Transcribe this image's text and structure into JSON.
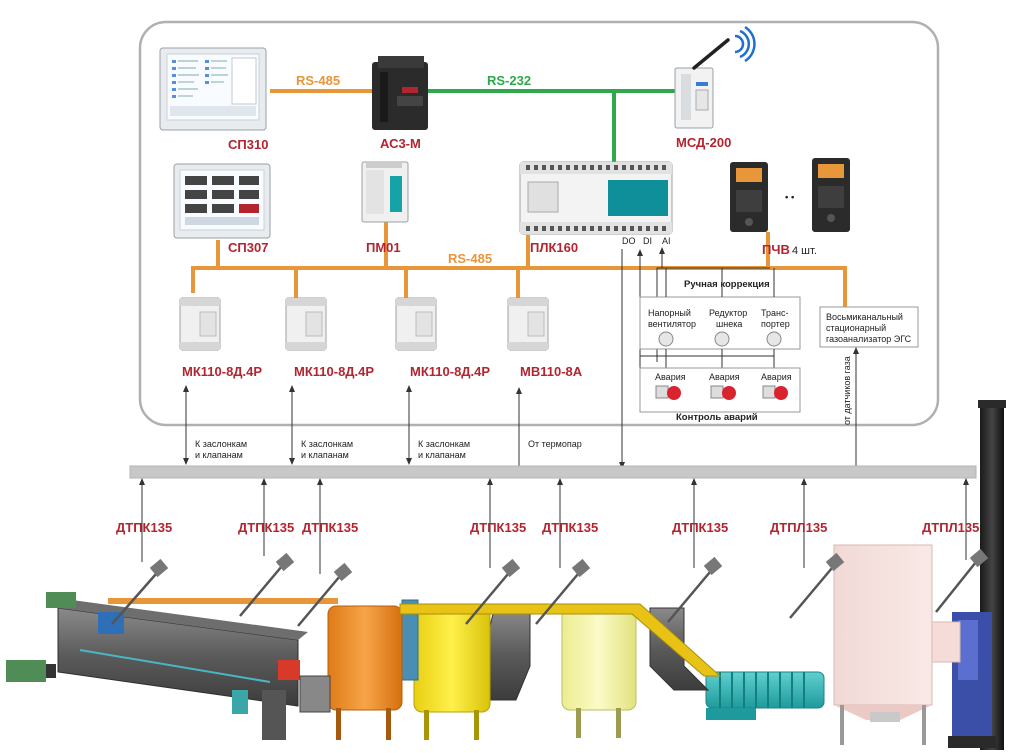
{
  "devices": {
    "sp310": "СП310",
    "ac3m": "АС3-М",
    "msd200": "МСД-200",
    "sp307": "СП307",
    "pm01": "ПМ01",
    "plk160": "ПЛК160",
    "pchv": "ПЧВ",
    "pchv_count": "4 шт.",
    "mk1": "МК110-8Д.4Р",
    "mk2": "МК110-8Д.4Р",
    "mk3": "МК110-8Д.4Р",
    "mv": "МВ110-8А"
  },
  "buses": {
    "rs485_top": "RS-485",
    "rs232": "RS-232",
    "rs485_mid": "RS-485",
    "do": "DO",
    "di": "DI",
    "ai": "AI",
    "dots": "• •"
  },
  "manual": {
    "title": "Ручная коррекция",
    "fan_l1": "Напорный",
    "fan_l2": "вентилятор",
    "red_l1": "Редуктор",
    "red_l2": "шнека",
    "tr_l1": "Транс-",
    "tr_l2": "портер"
  },
  "alarms": {
    "a1": "Авария",
    "a2": "Авария",
    "a3": "Авария",
    "title": "Контроль аварий"
  },
  "gas": {
    "l1": "Восьмиканальный",
    "l2": "стационарный",
    "l3": "газоанализатор ЭГС",
    "sensors": "от датчиков газа"
  },
  "links": {
    "k1_l1": "К заслонкам",
    "k1_l2": "и клапанам",
    "k2_l1": "К заслонкам",
    "k2_l2": "и клапанам",
    "k3_l1": "К заслонкам",
    "k3_l2": "и клапанам",
    "thermo": "От термопар"
  },
  "sensors": [
    "ДТПК135",
    "ДТПК135",
    "ДТПК135",
    "ДТПК135",
    "ДТПК135",
    "ДТПК135",
    "ДТПЛ135",
    "ДТПЛ135"
  ],
  "colors": {
    "rs485": "#e8963a",
    "rs232": "#2ea84a",
    "device_red": "#b3242f",
    "frame": "#b0b0b0"
  }
}
